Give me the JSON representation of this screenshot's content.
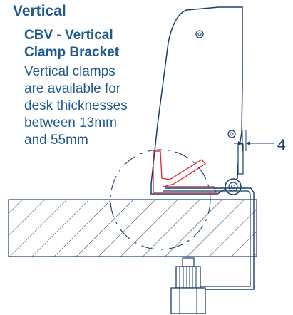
{
  "header": {
    "title": "Vertical",
    "subtitle_lines": [
      "CBV - Vertical",
      "Clamp Bracket"
    ]
  },
  "description": {
    "lines": [
      "Vertical clamps",
      "are available for",
      "desk thicknesses",
      "between 13mm",
      "and 55mm"
    ]
  },
  "diagram": {
    "dimension_label": "4"
  },
  "colors": {
    "text": "#1f5a8c",
    "outline": "#1a3d66",
    "highlight": "#e0343a"
  }
}
